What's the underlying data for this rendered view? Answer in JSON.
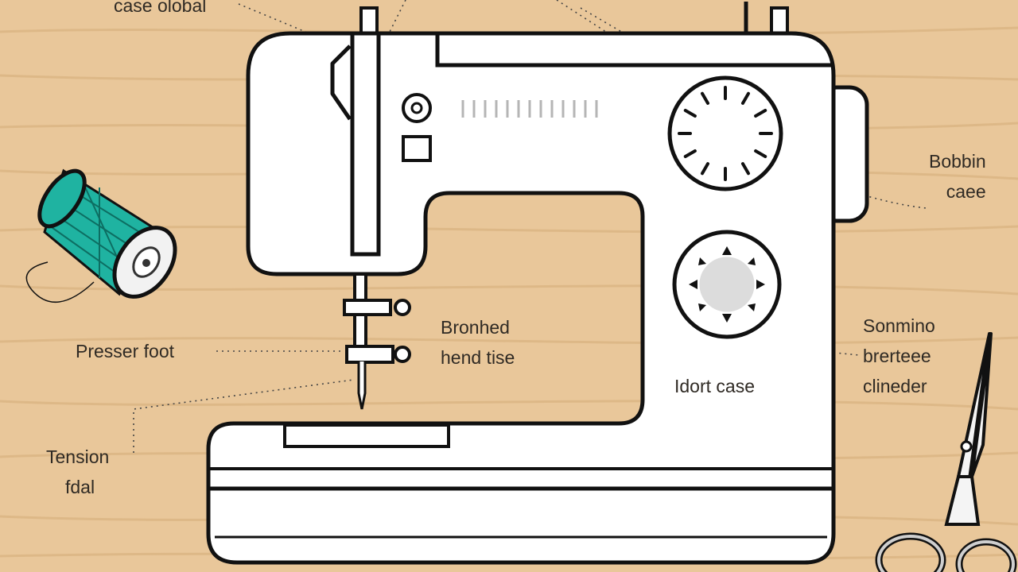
{
  "diagram": {
    "colors": {
      "wood": "#e9c79a",
      "wood_grain": "#d9b27f",
      "outline": "#111111",
      "machine_body": "#ffffff",
      "thread": "#1fb3a1",
      "label_text": "#2f2a24"
    },
    "labels": {
      "case_global": "case olobal",
      "bobbin_case": [
        "Bobbin",
        "caee"
      ],
      "presser_foot": "Presser foot",
      "bronhed": [
        "Bronhed",
        "hend tise"
      ],
      "tension": [
        "Tension",
        "fdal"
      ],
      "idort_case": "Idort case",
      "sonmino": [
        "Sonmino",
        "brerteee",
        "clineder"
      ]
    },
    "icons": [
      "thread-spool-icon",
      "scissors-icon"
    ]
  }
}
